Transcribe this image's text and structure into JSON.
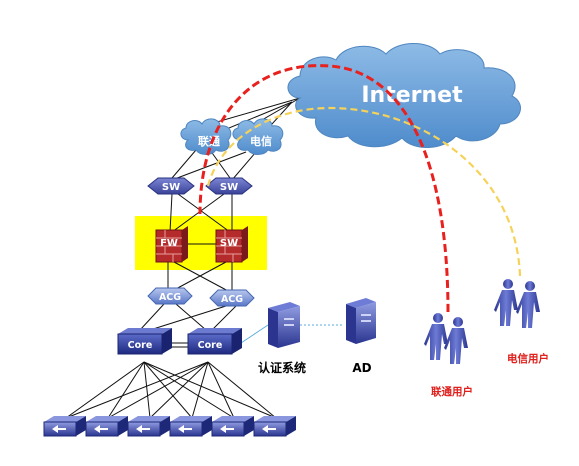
{
  "diagram": {
    "internet_label": "Internet",
    "isp_unicom": "联通",
    "isp_telecom": "电信",
    "sw_label": "SW",
    "fw_label": "FW",
    "fw2_label": "SW",
    "acg_label": "ACG",
    "core_label": "Core",
    "auth_system_label": "认证系统",
    "ad_label": "AD",
    "unicom_users_label": "联通用户",
    "telecom_users_label": "电信用户",
    "colors": {
      "unicom_path": "#e8201e",
      "telecom_path": "#f5d25a",
      "highlight_box": "#ffff00",
      "cloud": "#6aa4d6",
      "device_blue": "#3c4aa8",
      "user_red_text": "#e0201c"
    }
  }
}
